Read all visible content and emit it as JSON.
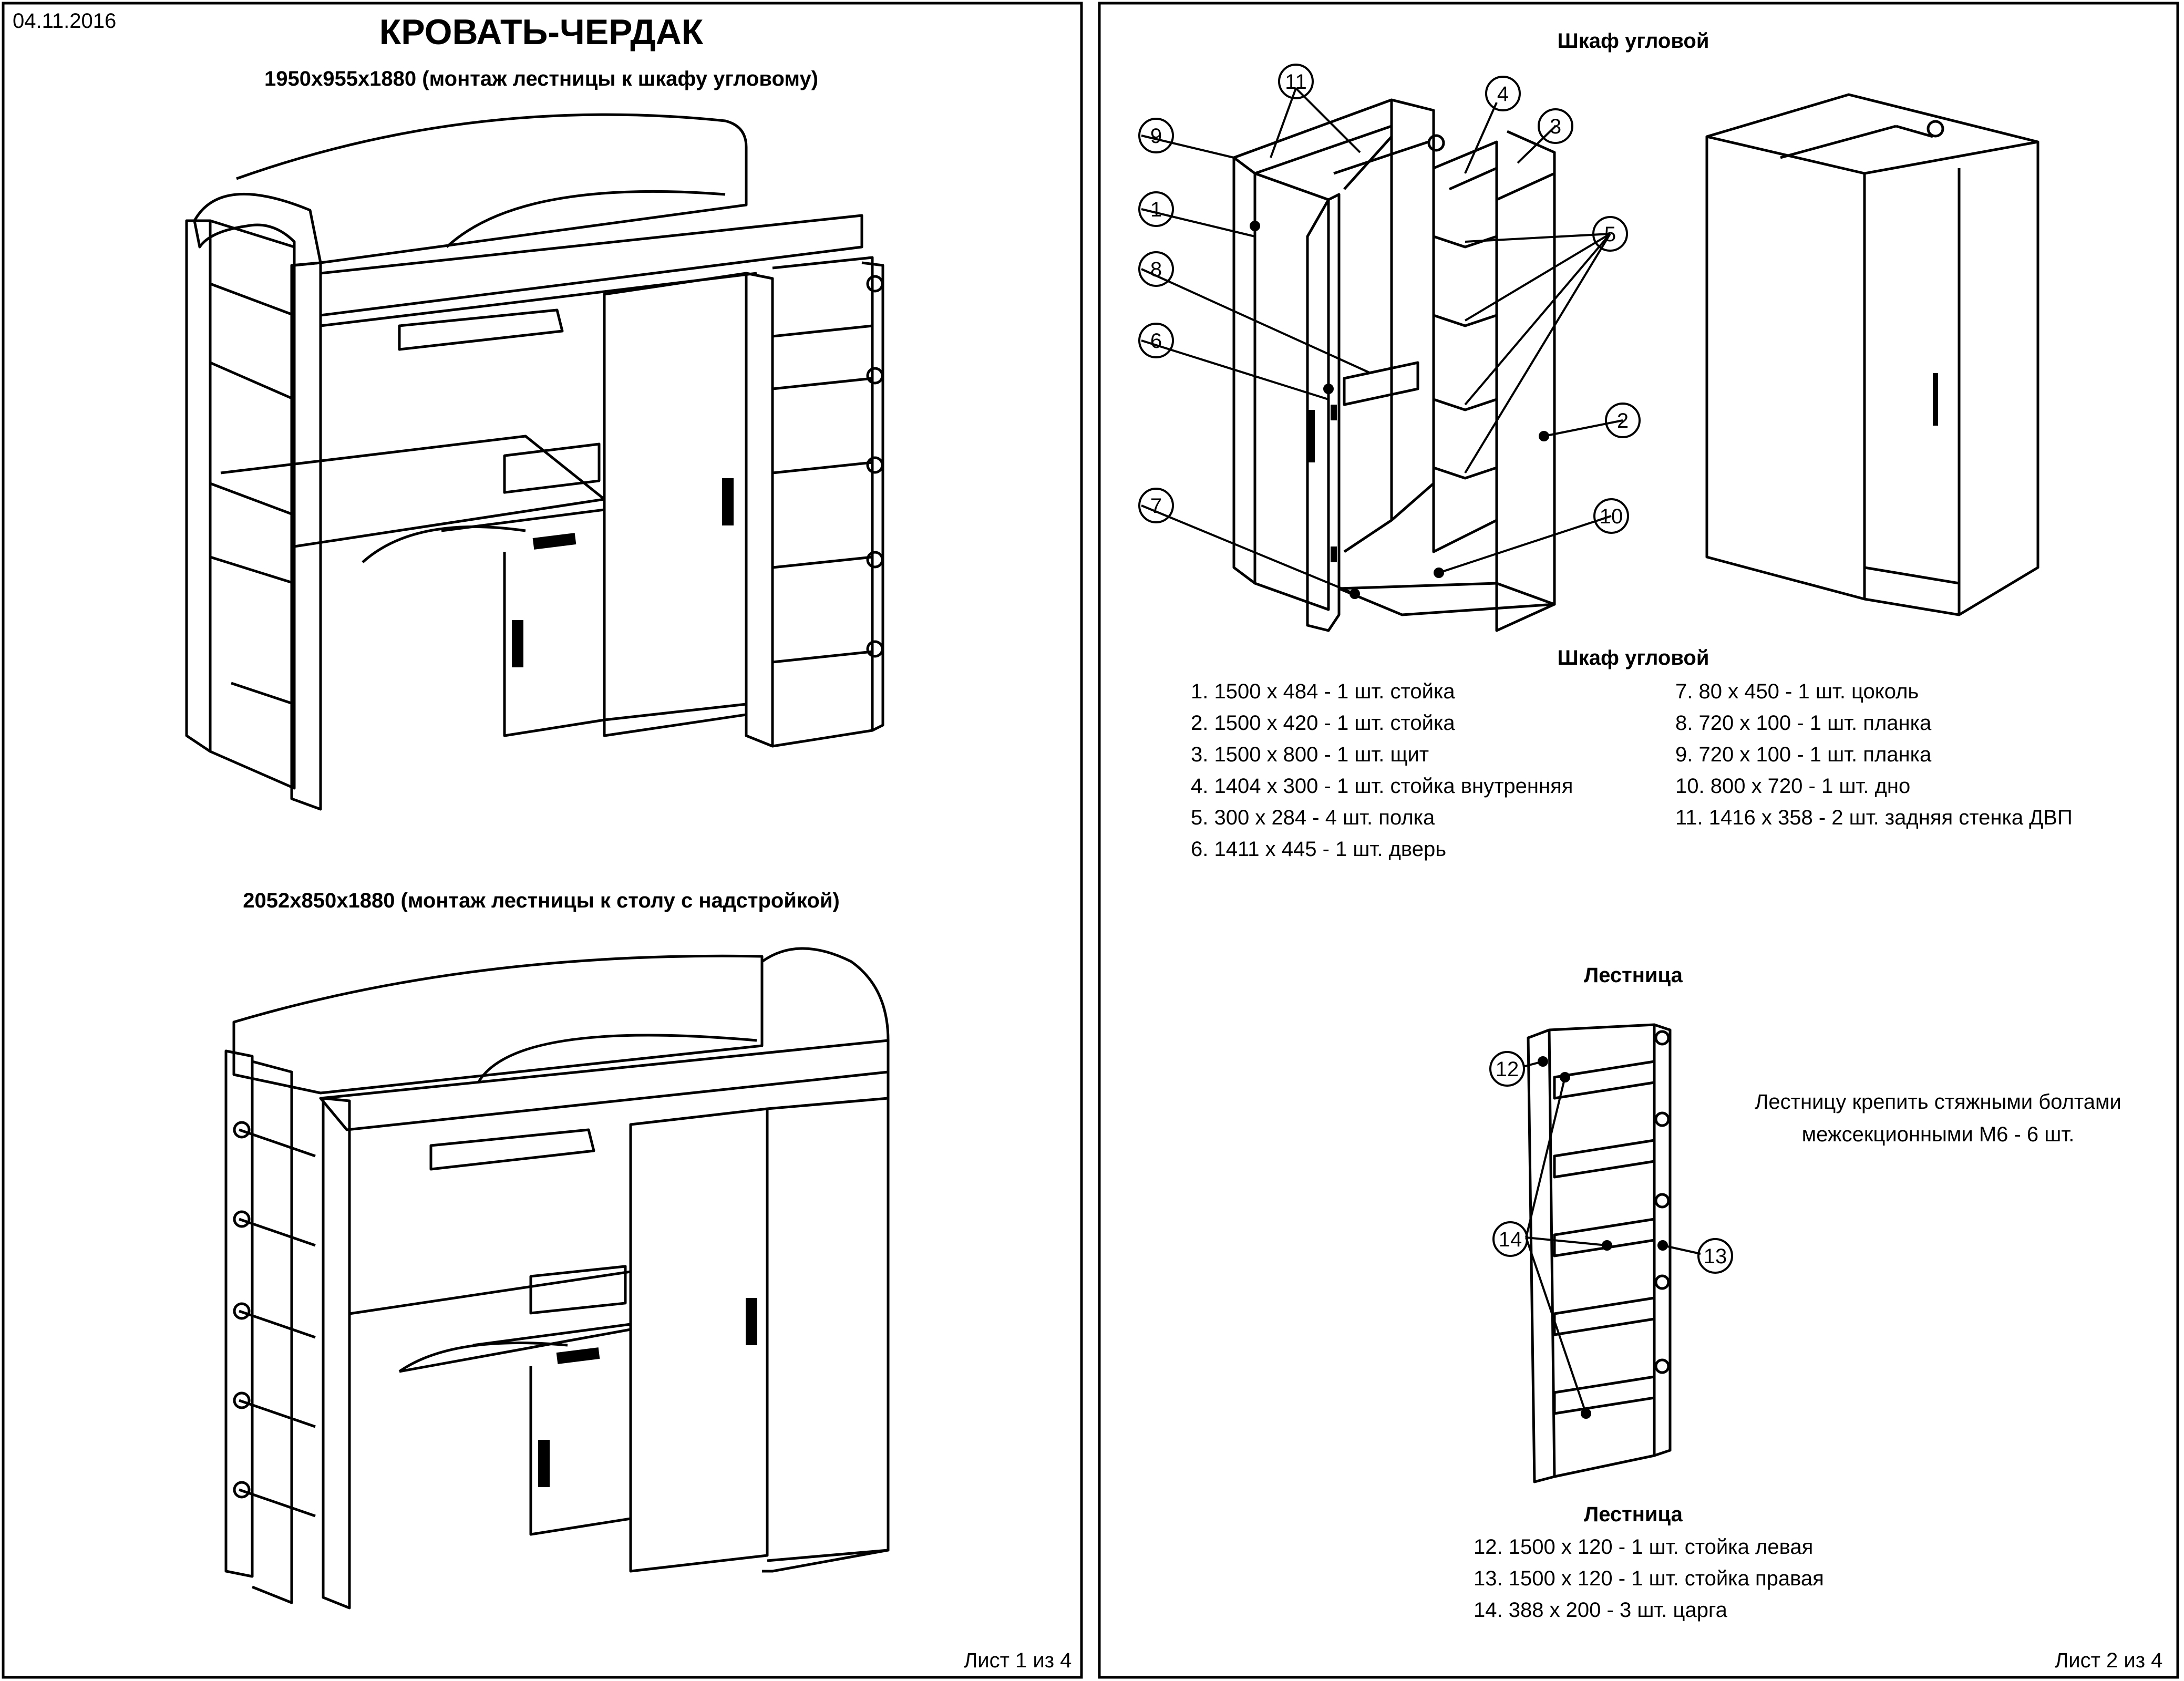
{
  "sheet1": {
    "date": "04.11.2016",
    "title": "КРОВАТЬ-ЧЕРДАК",
    "variant_a": "1950х955х1880 (монтаж лестницы к шкафу угловому)",
    "variant_b": "2052х850х1880 (монтаж лестницы к столу с надстройкой)",
    "footer": "Лист 1 из 4"
  },
  "sheet2": {
    "wardrobe_heading": "Шкаф угловой",
    "wardrobe_parts_heading": "Шкаф угловой",
    "wardrobe_parts_left": [
      "1. 1500 х 484 - 1 шт. стойка",
      "2. 1500 х 420 - 1 шт. стойка",
      "3. 1500 х 800 - 1 шт. щит",
      "4. 1404 х 300 - 1 шт. стойка внутренняя",
      "5. 300 х 284 - 4 шт. полка",
      "6. 1411 х 445 - 1 шт. дверь"
    ],
    "wardrobe_parts_right": [
      "7. 80 х 450 - 1 шт. цоколь",
      "8. 720 х 100 - 1 шт. планка",
      "9. 720 х 100 - 1 шт. планка",
      "10. 800 х 720 - 1 шт. дно",
      "11. 1416 х 358 - 2 шт. задняя стенка ДВП"
    ],
    "ladder_heading": "Лестница",
    "ladder_note": "Лестницу крепить стяжными болтами межсекционными М6 - 6 шт.",
    "ladder_parts_heading": "Лестница",
    "ladder_parts": [
      "12. 1500 х 120 - 1 шт. стойка левая",
      "13. 1500 х 120 - 1 шт. стойка правая",
      "14. 388 х 200 - 3 шт. царга"
    ],
    "callouts_wardrobe": [
      "11",
      "4",
      "9",
      "3",
      "1",
      "5",
      "8",
      "6",
      "2",
      "7",
      "10"
    ],
    "callouts_ladder": [
      "12",
      "14",
      "13"
    ],
    "footer": "Лист 2 из 4"
  }
}
